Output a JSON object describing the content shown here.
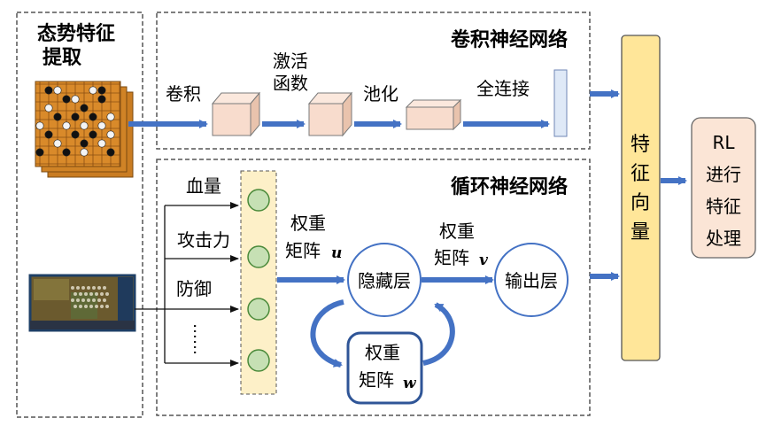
{
  "situation": {
    "title_line1": "态势特征",
    "title_line2": "提取"
  },
  "cnn": {
    "title": "卷积神经网络",
    "step_conv": "卷积",
    "step_act_line1": "激活",
    "step_act_line2": "函数",
    "step_pool": "池化",
    "step_fc": "全连接"
  },
  "rnn": {
    "title": "循环神经网络",
    "inputs": [
      "血量",
      "攻击力",
      "防御",
      "……"
    ],
    "weight_u_line1": "权重",
    "weight_u_line2": "矩阵",
    "weight_u_var": "u",
    "hidden": "隐藏层",
    "weight_v_line1": "权重",
    "weight_v_line2": "矩阵",
    "weight_v_var": "v",
    "output": "输出层",
    "weight_w_line1": "权重",
    "weight_w_line2": "矩阵",
    "weight_w_var": "w"
  },
  "feature_vector": [
    "特",
    "征",
    "向",
    "量"
  ],
  "rl": {
    "line1": "RL",
    "line2": "进行",
    "line3": "特征",
    "line4": "处理"
  },
  "colors": {
    "arrow": "#4472c4",
    "cube_face": "#f8dccd",
    "cube_top": "#fbe8dd",
    "cube_side": "#e9c3ad",
    "node_fill": "#c6e0b4",
    "node_stroke": "#4a8a3a",
    "column_fill": "#fdf0c8",
    "feature_fill": "#ffe699",
    "rl_fill": "#fbe5d6",
    "circle_stroke": "#4472c4"
  }
}
